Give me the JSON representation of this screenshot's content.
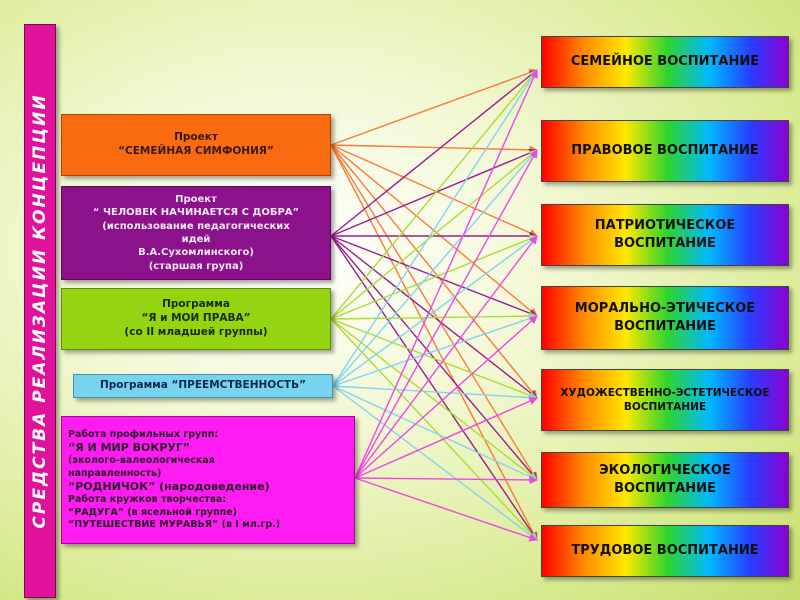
{
  "side_label": "СРЕДСТВА  РЕАЛИЗАЦИИ КОНЦЕПЦИИ",
  "sources": [
    {
      "lines": [
        "Проект",
        "“СЕМЕЙНАЯ СИМФОНИЯ”"
      ]
    },
    {
      "lines": [
        "Проект",
        "“ ЧЕЛОВЕК НАЧИНАЕТСЯ С ДОБРА”",
        "(использование педагогических",
        "идей",
        "В.А.Сухомлинского)",
        "(старшая група)"
      ]
    },
    {
      "lines": [
        "Программа",
        "“Я  и МОИ ПРАВА”",
        "(со II младшей группы)"
      ]
    },
    {
      "lines": [
        "Программа “ПРЕЕМСТВЕННОСТЬ”"
      ]
    },
    {
      "lines": [
        "Работа профильных групп:",
        "“Я И МИР ВОКРУГ”",
        "(эколого-валеологическая",
        "направленность)",
        "“РОДНИЧОК” (народоведение)",
        "Работа кружков творчества:",
        "“РАДУГА” (в ясельной группе)",
        "“ПУТЕШЕСТВИЕ МУРАВЬЯ” (в I мл.гр.)"
      ]
    }
  ],
  "targets": [
    {
      "lines": [
        "СЕМЕЙНОЕ ВОСПИТАНИЕ"
      ]
    },
    {
      "lines": [
        "ПРАВОВОЕ ВОСПИТАНИЕ"
      ]
    },
    {
      "lines": [
        "ПАТРИОТИЧЕСКОЕ",
        "ВОСПИТАНИЕ"
      ]
    },
    {
      "lines": [
        "МОРАЛЬНО-ЭТИЧЕСКОЕ",
        "ВОСПИТАНИЕ"
      ]
    },
    {
      "lines": [
        "ХУДОЖЕСТВЕННО-ЭСТЕТИЧЕСКОЕ",
        "ВОСПИТАНИЕ"
      ]
    },
    {
      "lines": [
        "ЭКОЛОГИЧЕСКОЕ",
        "ВОСПИТАНИЕ"
      ]
    },
    {
      "lines": [
        "ТРУДОВОЕ ВОСПИТАНИЕ"
      ]
    }
  ],
  "colors": {
    "side_bar": "#e0129c",
    "source_1": "#f96b10",
    "source_2": "#8b128a",
    "source_3": "#94d411",
    "source_4": "#77d3ee",
    "source_5": "#ff1cf2",
    "line_orange": "#f97a3a",
    "line_purple": "#9a1e8c",
    "line_green": "#a8dc3a",
    "line_blue": "#86d2f0",
    "line_magenta": "#f046e6"
  },
  "connections": [
    {
      "from": 1,
      "to": [
        1,
        2,
        3,
        4,
        5,
        6,
        7
      ],
      "color": "line_orange"
    },
    {
      "from": 2,
      "to": [
        1,
        2,
        3,
        4,
        5,
        6,
        7
      ],
      "color": "line_purple"
    },
    {
      "from": 3,
      "to": [
        1,
        2,
        3,
        4,
        5,
        6,
        7
      ],
      "color": "line_green"
    },
    {
      "from": 4,
      "to": [
        1,
        2,
        3,
        4,
        5,
        6,
        7
      ],
      "color": "line_blue"
    },
    {
      "from": 5,
      "to": [
        1,
        2,
        3,
        4,
        5,
        6,
        7
      ],
      "color": "line_magenta"
    }
  ]
}
